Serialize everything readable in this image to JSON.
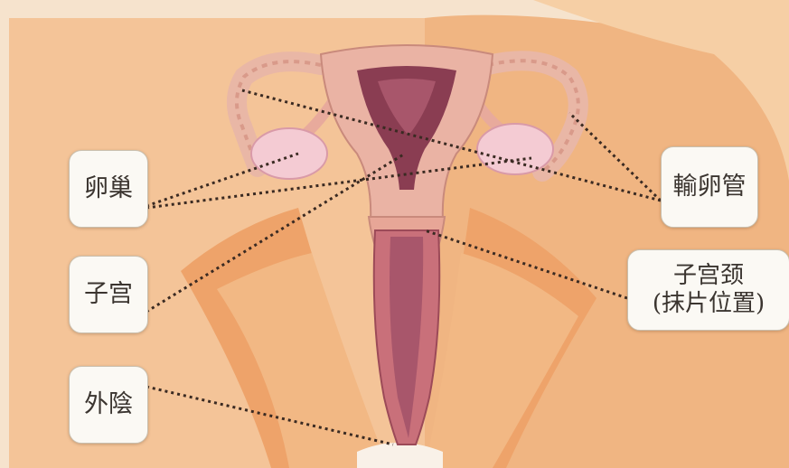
{
  "labels": {
    "ovary": "卵巢",
    "uterus": "子宫",
    "vulva": "外陰",
    "fallopian_tube": "輸卵管",
    "cervix": "子宫颈",
    "cervix_note": "(抹片位置)"
  },
  "colors": {
    "background": "#f6e3cd",
    "skin_light": "#f2b985",
    "skin_dark": "#e8955a",
    "tissue": "#e8a79a",
    "uterine_cavity": "#8a3d52",
    "ovary": "#f4cbd3",
    "leader_line": "#3a2a22"
  }
}
